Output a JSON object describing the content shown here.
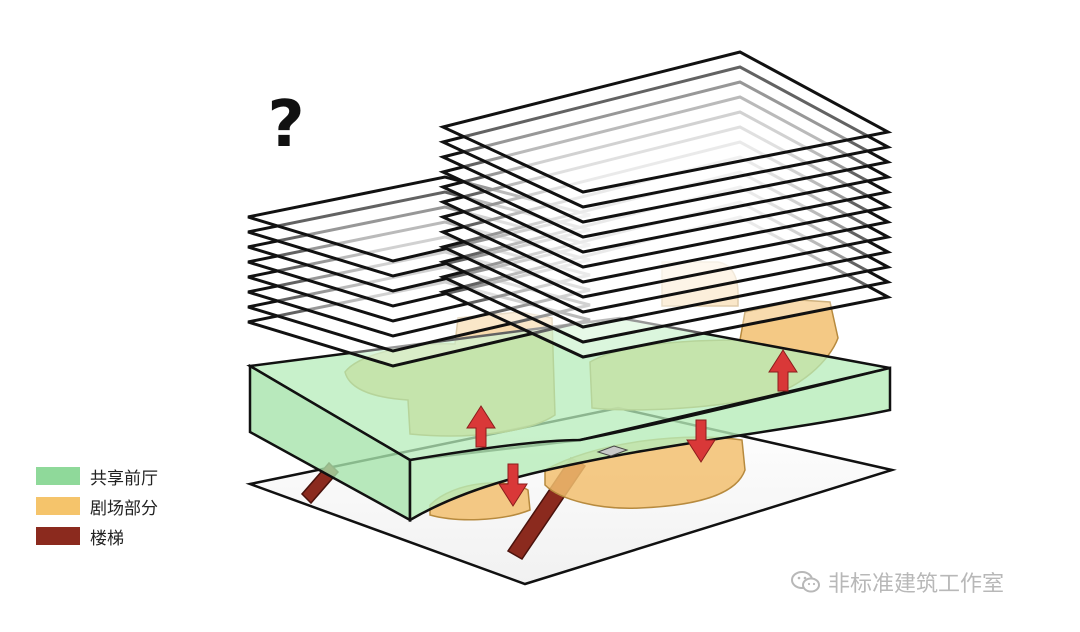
{
  "question_mark": "?",
  "legend": {
    "items": [
      {
        "label": "共享前厅",
        "color": "#8fd99a"
      },
      {
        "label": "剧场部分",
        "color": "#f5c46b"
      },
      {
        "label": "楼梯",
        "color": "#8b2a1e"
      }
    ]
  },
  "watermark": {
    "text": "非标准建筑工作室",
    "icon": "wechat-icon"
  },
  "colors": {
    "lobby": "#b6ecb9",
    "theater": "#f2c070",
    "stair": "#8b2a1e",
    "arrow": "#d93838",
    "outline": "#111111"
  }
}
